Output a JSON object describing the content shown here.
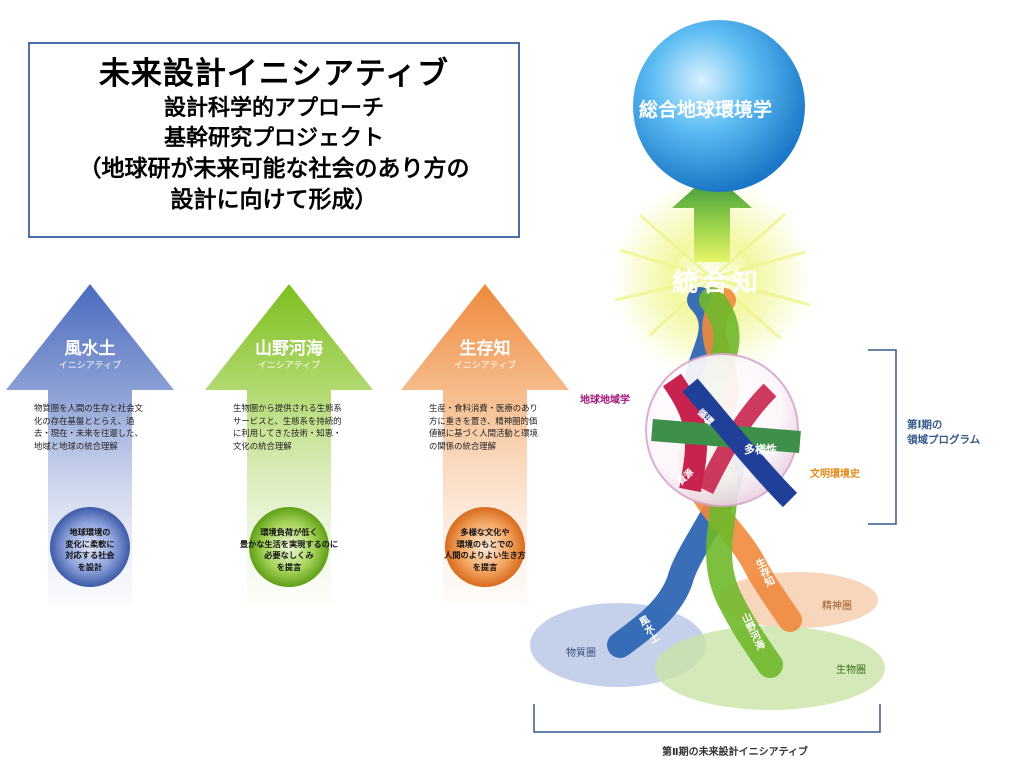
{
  "title": {
    "main": "未来設計イニシアティブ",
    "sub1": "設計科学的アプローチ",
    "sub2": "基幹研究プロジェクト",
    "sub3": "（地球研が未来可能な社会のあり方の",
    "sub4": "設計に向けて形成）"
  },
  "initiatives": [
    {
      "name": "風水土",
      "sub": "イニシアティブ",
      "color": "#4a6bbf",
      "desc": "物質圏を人間の生存と社会文化の存在基盤ととらえ、過去・現在・未来を往還した、地域と地球の統合理解",
      "goal": [
        "地球環境の",
        "変化に柔軟に",
        "対応する社会",
        "を設計"
      ]
    },
    {
      "name": "山野河海",
      "sub": "イニシアティブ",
      "color": "#7cbf1e",
      "desc": "生物圏から提供される生態系サービスと、生態系を持続的に利用してきた技術・知恵・文化の統合理解",
      "goal": [
        "環境負荷が低く",
        "豊かな生活を実現するのに",
        "必要なしくみ",
        "を提言"
      ]
    },
    {
      "name": "生存知",
      "sub": "イニシアティブ",
      "color": "#ee8a3c",
      "desc": "生産・食料消費・医療のあり方に重きを置き、精神圏的価値観に基づく人間活動と環境の関係の統合理解",
      "goal": [
        "多様な文化や",
        "環境のもとでの",
        "人間のよりよい生き方",
        "を提言"
      ]
    }
  ],
  "diagram": {
    "sphere": "総合地球環境学",
    "integrated": "統合知",
    "ring_left": "地球地域学",
    "ring_right": "文明環境史",
    "band_center": "多様性",
    "band_junkan": "循環",
    "band_shigen": "資源",
    "strand_left": "風水土",
    "strand_mid": "山野河海",
    "strand_right": "生存知",
    "ellipse_left": "物質圏",
    "ellipse_right": "精神圏",
    "ellipse_bottom": "生物圏",
    "phase1": [
      "第Ⅰ期の",
      "領域プログラム"
    ],
    "phase2": "第Ⅱ期の未来設計イニシアティブ"
  },
  "colors": {
    "frame": "#4a6fa5",
    "sphere": "#3ba3e8",
    "strand_blue": "#2f66b3",
    "strand_green": "#6fb82a",
    "strand_orange": "#f08a3c",
    "band_red": "#c8234e",
    "band_green": "#3e8f4a",
    "band_blue": "#1f3f99"
  }
}
